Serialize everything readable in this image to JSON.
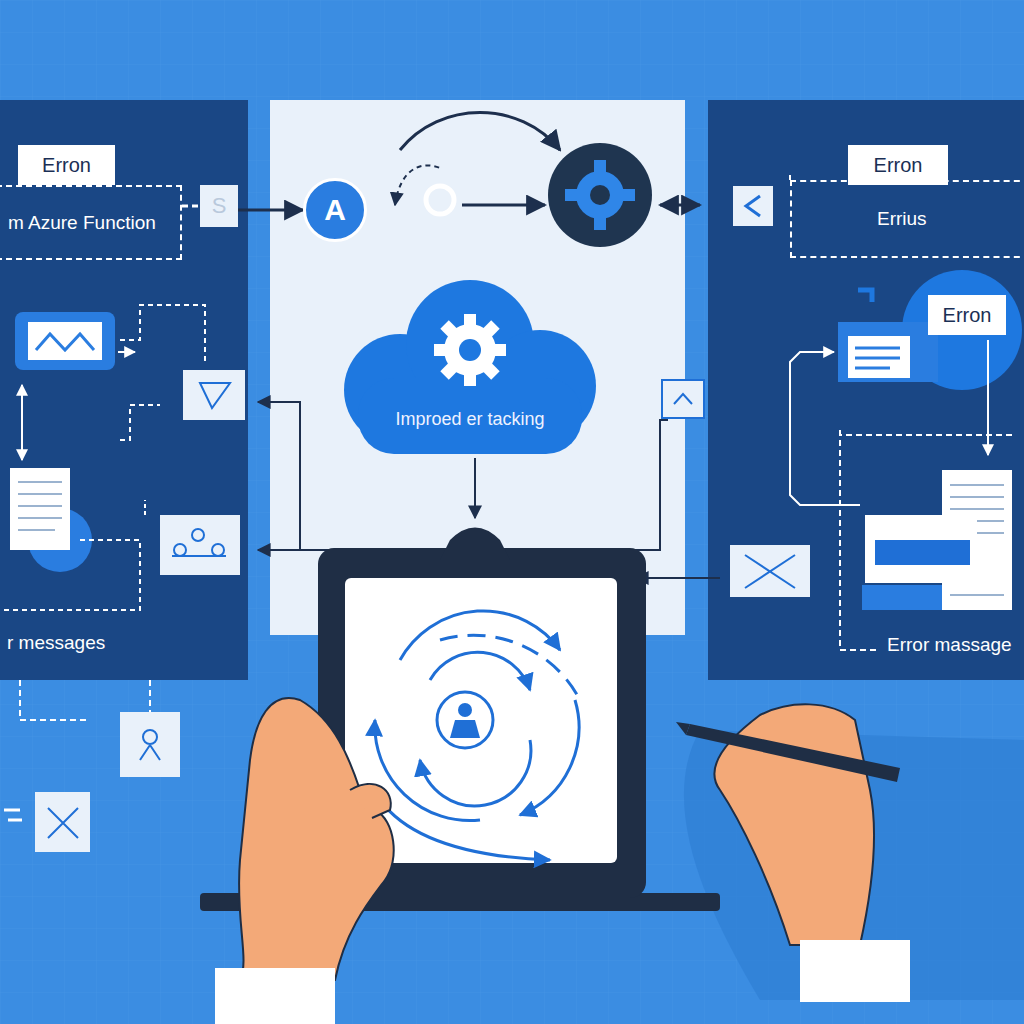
{
  "diagram": {
    "nodes": [
      {
        "text": [
          "Erron"
        ]
      },
      {
        "text": [
          "m Azure Function"
        ]
      },
      {
        "text": [
          "S"
        ]
      },
      {
        "text": [
          "A"
        ]
      },
      {
        "text": [
          "Improed er tacking"
        ]
      },
      {
        "text": [
          "Erron"
        ]
      },
      {
        "text": [
          "Errius"
        ]
      },
      {
        "text": [
          "Erron"
        ]
      }
    ],
    "edges": [
      {
        "from": 1,
        "to": 2,
        "arrow": "none"
      },
      {
        "from": 2,
        "to": 3,
        "arrow": "to"
      }
    ],
    "labels": [
      "r messages",
      "Error massage"
    ]
  }
}
